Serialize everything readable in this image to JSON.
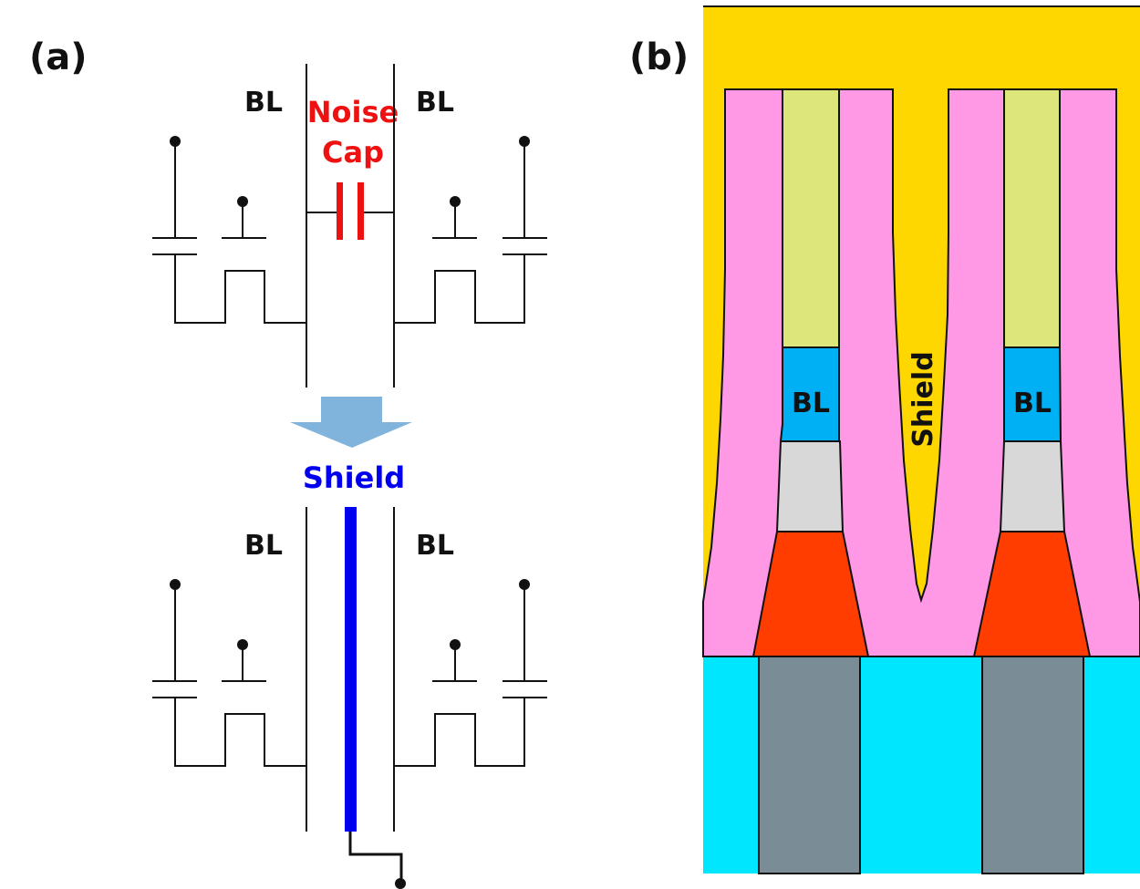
{
  "panels": {
    "a": {
      "label": "(a)",
      "top_circuit": {
        "bitline_left_label": "BL",
        "bitline_right_label": "BL",
        "noise_cap_line1": "Noise",
        "noise_cap_line2": "Cap"
      },
      "arrow": {
        "direction": "down",
        "color": "#80b4dc"
      },
      "shield_title": "Shield",
      "bottom_circuit": {
        "bitline_left_label": "BL",
        "bitline_right_label": "BL"
      }
    },
    "b": {
      "label": "(b)",
      "bl_left_label": "BL",
      "bl_right_label": "BL",
      "shield_label": "Shield"
    }
  },
  "colors": {
    "noise_cap": "#ee1111",
    "shield_line": "#0000ee",
    "fill_yellow": "#ffd700",
    "fill_pink": "#ff99e6",
    "fill_green": "#dde67a",
    "fill_blue": "#00b0f5",
    "fill_lightgray": "#d8d8d8",
    "fill_red": "#ff3d00",
    "fill_cyan": "#00e6ff",
    "fill_slate": "#7a8c96"
  }
}
